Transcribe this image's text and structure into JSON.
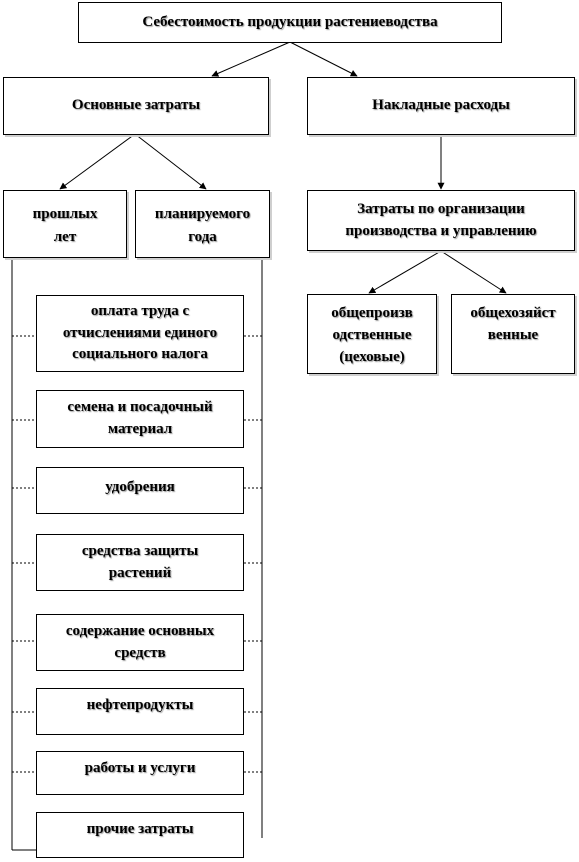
{
  "diagram": {
    "root": "Себестоимость продукции растениеводства",
    "main_costs": "Основные затраты",
    "overhead": "Накладные расходы",
    "past_years": "прошлых\nлет",
    "planned_year": "планируемого\nгода",
    "org_costs": "Затраты по организации производства и управлению",
    "general_production": "общепроизв\nодственные\n(цеховые)",
    "general_business": "общехозяйст\nвенные",
    "items": [
      "оплата труда с отчислениями единого социального налога",
      "семена и посадочный материал",
      "удобрения",
      "средства защиты растений",
      "содержание основных средств",
      "нефтепродукты",
      "работы и услуги",
      "прочие затраты"
    ]
  }
}
